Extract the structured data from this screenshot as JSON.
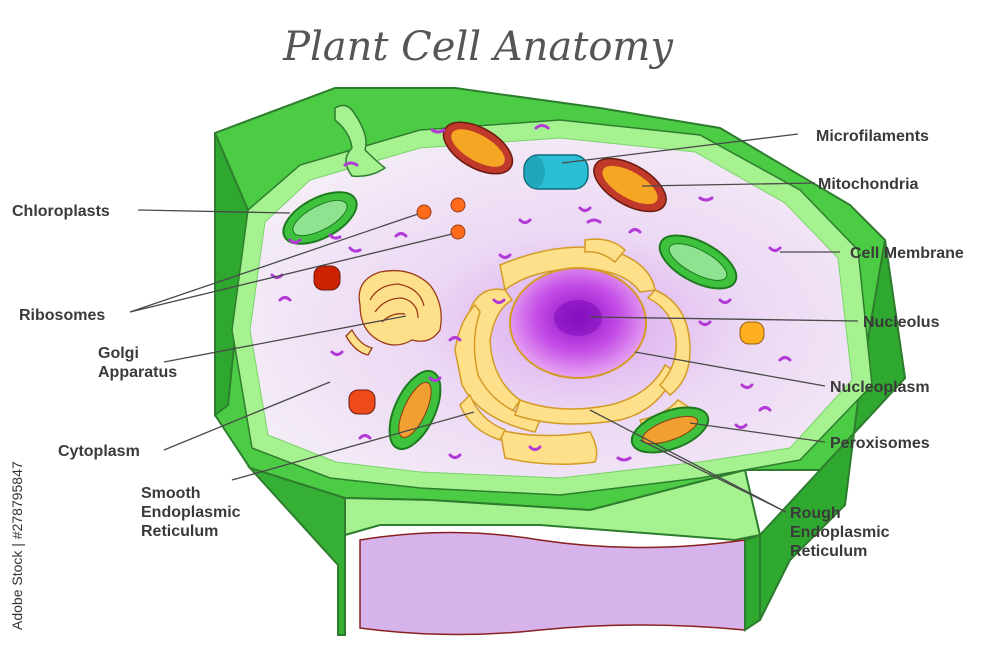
{
  "title": "Plant Cell Anatomy",
  "labels": {
    "microfilaments": "Microfilaments",
    "mitochondria": "Mitochondria",
    "cell_membrane": "Cell Membrane",
    "nucleolus": "Nucleolus",
    "nucleoplasm": "Nucleoplasm",
    "peroxisomes": "Peroxisomes",
    "rough_er": [
      "Rough",
      "Endoplasmic",
      "Reticulum"
    ],
    "chloroplasts": "Chloroplasts",
    "ribosomes": "Ribosomes",
    "golgi": [
      "Golgi",
      "Apparatus"
    ],
    "cytoplasm": "Cytoplasm",
    "smooth_er": [
      "Smooth",
      "Endoplasmic",
      "Reticulum"
    ]
  },
  "watermark": "Adobe Stock | #278795847",
  "colors": {
    "cell_wall": "#3fbf3f",
    "membrane": "#9ef08a",
    "cytoplasm": "#efe2f5",
    "vacuole": "#cfa9e6",
    "nucleus": "#a31fcf",
    "er": "#ffe08a",
    "chloroplast": "#55cc55",
    "mitochondria_outer": "#c0392b",
    "mitochondria_inner": "#f5a623"
  }
}
